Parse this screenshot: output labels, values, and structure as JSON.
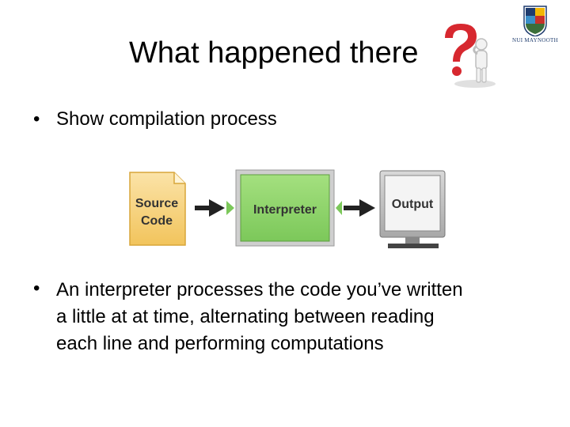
{
  "slide": {
    "title": "What happened there",
    "logo_text": "NUI MAYNOOTH",
    "bullets": [
      {
        "text": "Show compilation process"
      },
      {
        "lines": [
          "An interpreter processes the code you’ve written",
          "a little at at time, alternating between reading",
          "each line and performing computations"
        ]
      }
    ]
  },
  "diagram": {
    "source_line1": "Source",
    "source_line2": "Code",
    "interpreter": "Interpreter",
    "output": "Output"
  },
  "colors": {
    "question_mark": "#d7282f",
    "source_fill": "#f7d483",
    "interpreter_fill": "#8ed36b",
    "output_screen": "#eeeeee"
  },
  "icons": [
    "question-mark-thinking-figure-icon",
    "university-logo-icon",
    "document-icon",
    "monitor-icon",
    "arrow-icon"
  ]
}
